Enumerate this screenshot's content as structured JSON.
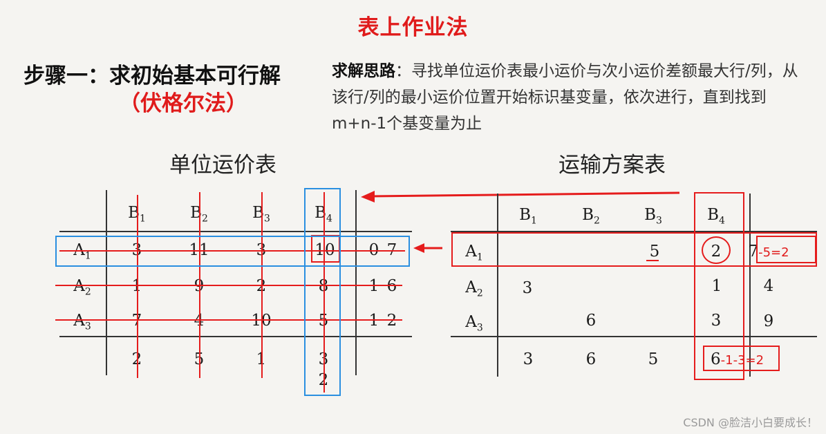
{
  "title": "表上作业法",
  "step": {
    "heading": "步骤一：求初始基本可行解",
    "method": "（伏格尔法）"
  },
  "idea": {
    "label": "求解思路",
    "text": "：寻找单位运价表最小运价与次小运价差额最大行/列，从该行/列的最小运价位置开始标识基变量，依次进行，直到找到m+n-1个基变量为止"
  },
  "cost_table": {
    "title": "单位运价表",
    "cols": [
      "B",
      "B",
      "B",
      "B"
    ],
    "col_subs": [
      "1",
      "2",
      "3",
      "4"
    ],
    "rows": [
      {
        "label": "A",
        "sub": "1",
        "values": [
          "3",
          "11",
          "3",
          "10"
        ],
        "supply_old": "0",
        "supply_new": "7"
      },
      {
        "label": "A",
        "sub": "2",
        "values": [
          "1",
          "9",
          "2",
          "8"
        ],
        "supply_old": "1",
        "supply_new": "6"
      },
      {
        "label": "A",
        "sub": "3",
        "values": [
          "7",
          "4",
          "10",
          "5"
        ],
        "supply_old": "1",
        "supply_new": "2"
      }
    ],
    "demand": [
      "2",
      "5",
      "1",
      "3"
    ],
    "demand_extra": "2"
  },
  "plan_table": {
    "title": "运输方案表",
    "cols": [
      "B",
      "B",
      "B",
      "B"
    ],
    "col_subs": [
      "1",
      "2",
      "3",
      "4"
    ],
    "row_labels": [
      {
        "label": "A",
        "sub": "1"
      },
      {
        "label": "A",
        "sub": "2"
      },
      {
        "label": "A",
        "sub": "3"
      }
    ],
    "cells": {
      "a1b3": "5",
      "a1b4": "2",
      "a2b1": "3",
      "a2b4": "1",
      "a3b2": "6",
      "a3b4": "3"
    },
    "supply": [
      "7",
      "4",
      "9"
    ],
    "supply_note": "-5=2",
    "demand": [
      "3",
      "6",
      "5",
      "6"
    ],
    "demand_note": "-1-3=2"
  },
  "watermark": "CSDN @脸洁小白要成长！",
  "colors": {
    "accent_red": "#e01b1b",
    "highlight_blue": "#2a8fe0"
  }
}
